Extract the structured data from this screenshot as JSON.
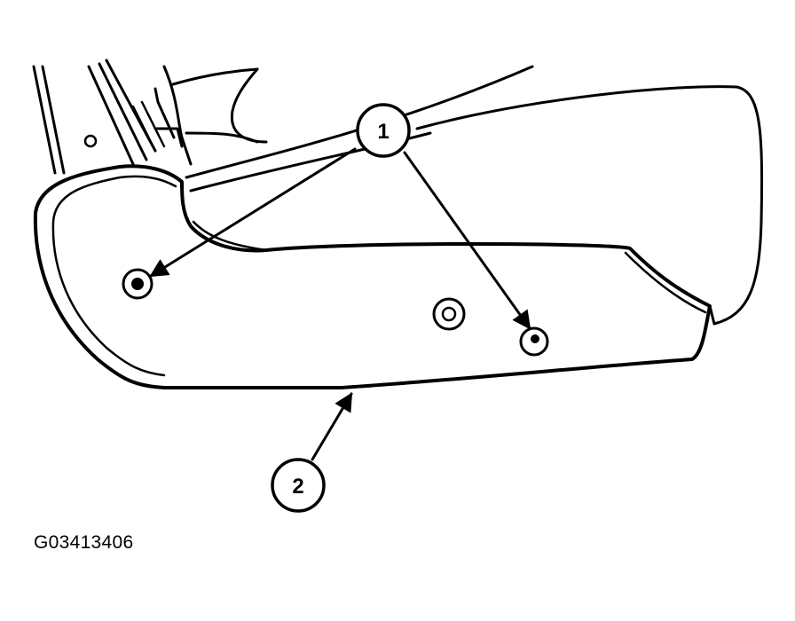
{
  "callouts": [
    {
      "label": "1"
    },
    {
      "label": "2"
    }
  ],
  "figure_code": "G03413406",
  "colors": {
    "ink": "#000000",
    "paper": "#ffffff"
  }
}
